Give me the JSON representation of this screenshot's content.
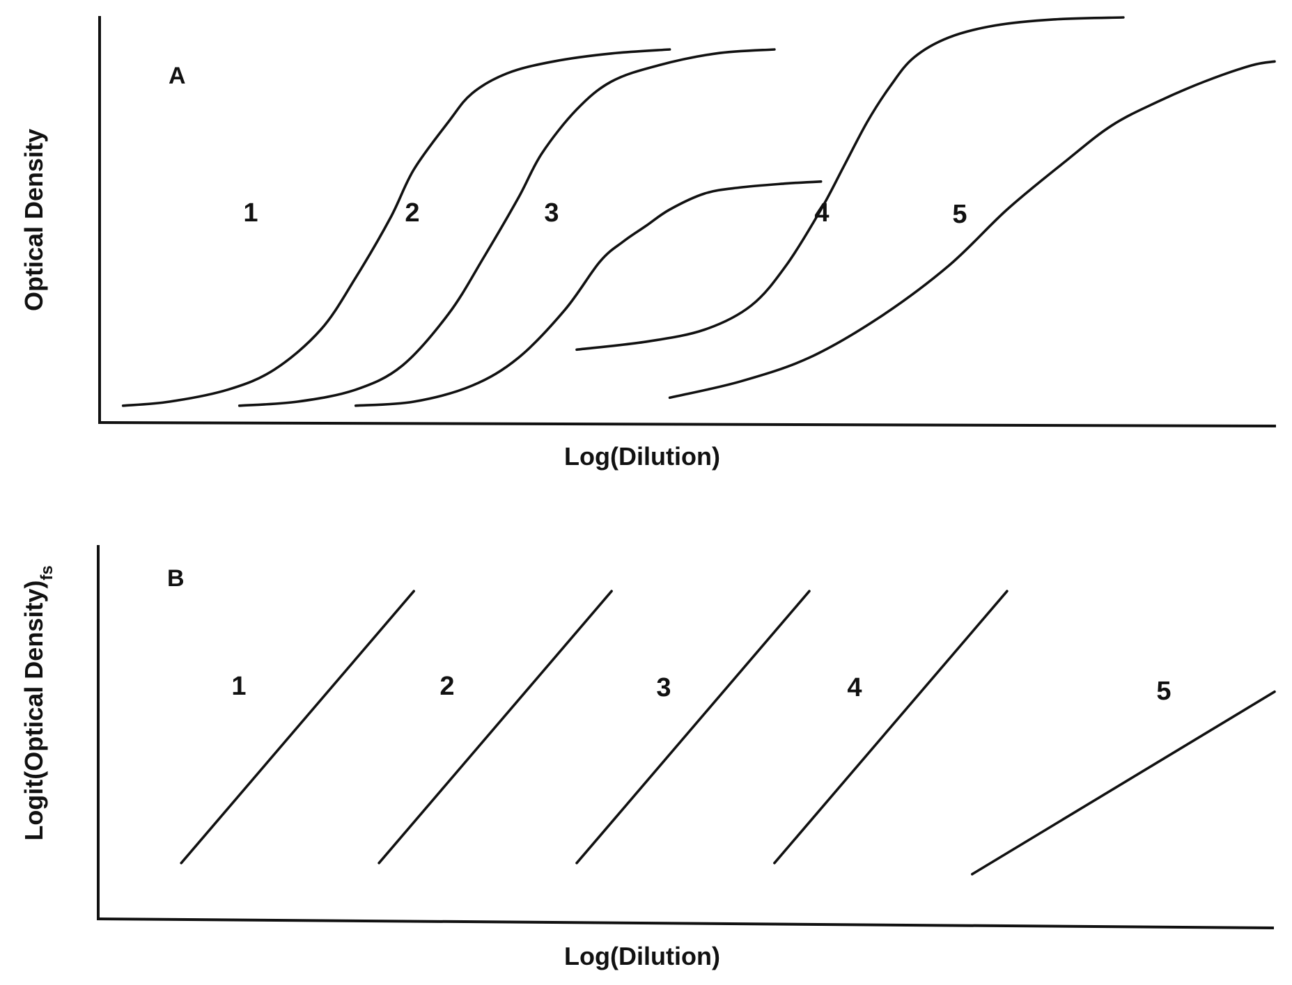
{
  "chart_data": [
    {
      "type": "line",
      "panel": "A",
      "xlabel": "Log(Dilution)",
      "ylabel": "Optical Density",
      "grid": false,
      "xlim": [
        0,
        100
      ],
      "ylim": [
        0,
        100
      ],
      "series": [
        {
          "name": "1",
          "x": [
            1,
            5,
            10,
            14,
            18,
            21,
            24,
            26,
            29,
            31,
            34,
            38,
            43,
            48
          ],
          "y": [
            3,
            4,
            7,
            12,
            22,
            35,
            50,
            62,
            74,
            81,
            86,
            89,
            91,
            92
          ]
        },
        {
          "name": "2",
          "x": [
            11,
            16,
            21,
            25,
            29,
            32,
            35,
            37,
            40,
            43,
            47,
            52,
            57
          ],
          "y": [
            3,
            4,
            7,
            13,
            26,
            40,
            55,
            66,
            77,
            84,
            88,
            91,
            92
          ]
        },
        {
          "name": "3",
          "x": [
            21,
            26,
            31,
            35,
            39,
            42,
            44,
            46,
            48,
            51,
            54,
            58,
            61
          ],
          "y": [
            3,
            4,
            8,
            15,
            27,
            39,
            44,
            48,
            52,
            56,
            57.5,
            58.5,
            59
          ]
        },
        {
          "name": "4",
          "x": [
            40,
            46,
            51,
            55,
            58,
            61,
            63,
            65,
            67,
            69,
            72,
            76,
            81,
            87
          ],
          "y": [
            17,
            19,
            22,
            28,
            38,
            52,
            63,
            74,
            83,
            90,
            95,
            98,
            99.5,
            100
          ]
        },
        {
          "name": "5",
          "x": [
            48,
            54,
            60,
            66,
            72,
            77,
            82,
            86,
            90,
            94,
            98,
            100
          ],
          "y": [
            5,
            9,
            15,
            25,
            38,
            52,
            64,
            73,
            79,
            84,
            88,
            89
          ]
        }
      ],
      "annotations": [
        "A",
        "1",
        "2",
        "3",
        "4",
        "5"
      ]
    },
    {
      "type": "line",
      "panel": "B",
      "xlabel": "Log(Dilution)",
      "ylabel": "Logit(Optical Density)",
      "ylabel_subscript": "fs",
      "grid": false,
      "xlim": [
        0,
        100
      ],
      "ylim": [
        0,
        100
      ],
      "series": [
        {
          "name": "1",
          "x": [
            6,
            26
          ],
          "y": [
            15,
            88
          ]
        },
        {
          "name": "2",
          "x": [
            23,
            43
          ],
          "y": [
            15,
            88
          ]
        },
        {
          "name": "3",
          "x": [
            40,
            60
          ],
          "y": [
            15,
            88
          ]
        },
        {
          "name": "4",
          "x": [
            57,
            77
          ],
          "y": [
            15,
            88
          ]
        },
        {
          "name": "5",
          "x": [
            74,
            100
          ],
          "y": [
            12,
            61
          ]
        }
      ],
      "annotations": [
        "B",
        "1",
        "2",
        "3",
        "4",
        "5"
      ]
    }
  ]
}
